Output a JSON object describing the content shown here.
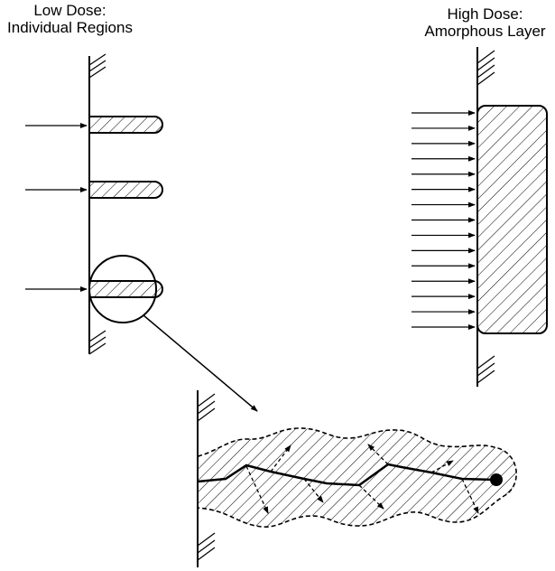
{
  "labels": {
    "low_dose": {
      "line1": "Low Dose:",
      "line2": "Individual Regions"
    },
    "high_dose": {
      "line1": "High Dose:",
      "line2": "Amorphous Layer"
    }
  },
  "colors": {
    "ink": "#000000",
    "paper": "#ffffff"
  }
}
